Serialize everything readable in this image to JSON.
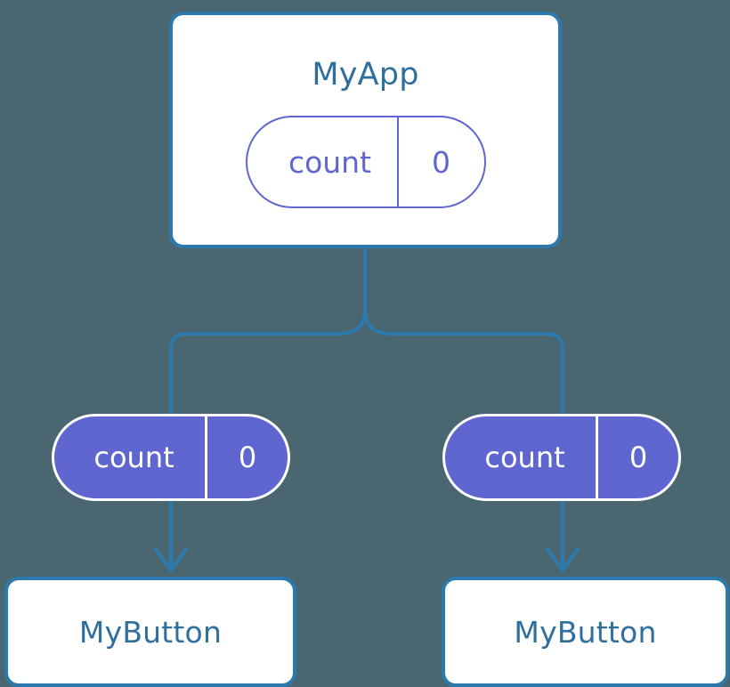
{
  "diagram": {
    "type": "component-state-tree",
    "background_color": "#4a6670",
    "accent_color": "#2c79ae",
    "state_color": "#6066d0",
    "title_color": "#2e6f9e",
    "surface_color": "#ffffff"
  },
  "root": {
    "name": "MyApp",
    "state": {
      "key": "count",
      "value": "0"
    }
  },
  "children": [
    {
      "name": "MyButton",
      "state": {
        "key": "count",
        "value": "0"
      }
    },
    {
      "name": "MyButton",
      "state": {
        "key": "count",
        "value": "0"
      }
    }
  ]
}
